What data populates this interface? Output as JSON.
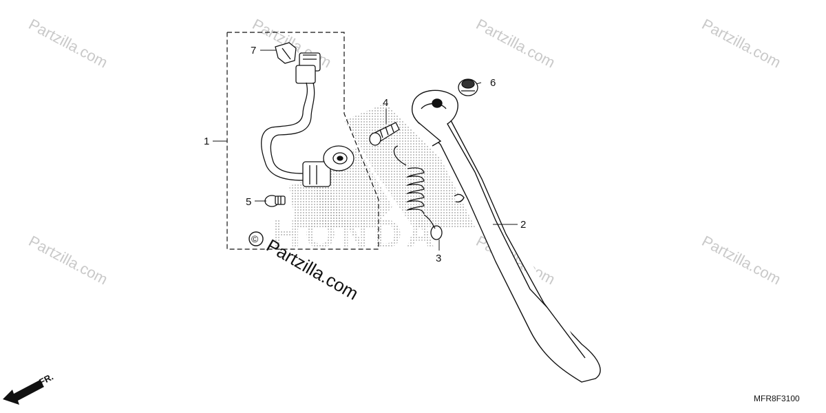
{
  "watermarks": {
    "text": "Partzilla.com",
    "main": "Partzilla.com",
    "copyright": "©"
  },
  "brand_mark": "HONDA",
  "diagram_code": "MFR8F3100",
  "direction_label": "FR.",
  "callouts": {
    "c1": "1",
    "c2": "2",
    "c3": "3",
    "c4": "4",
    "c5": "5",
    "c6": "6",
    "c7": "7"
  },
  "colors": {
    "ink": "#111111",
    "watermark": "#c9c9c9",
    "halftone": "#a8a8a8"
  }
}
